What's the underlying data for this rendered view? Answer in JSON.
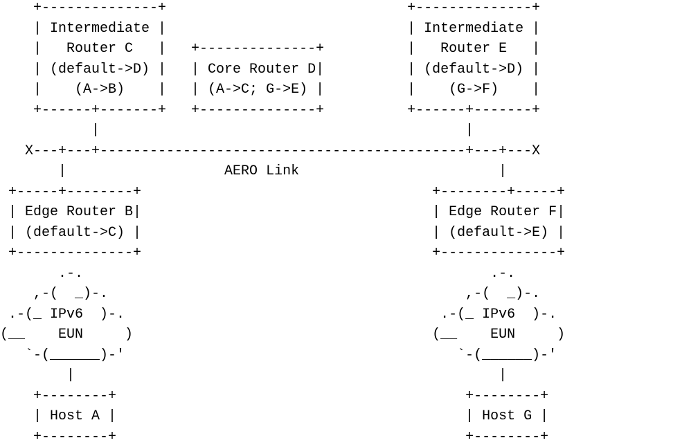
{
  "diagram": {
    "ascii_art_lines": [
      "    +--------------+                             +--------------+",
      "    | Intermediate |                             | Intermediate |",
      "    |   Router C   |   +--------------+          |   Router E   |",
      "    | (default->D) |   | Core Router D|          | (default->D) |",
      "    |    (A->B)    |   | (A->C; G->E) |          |    (G->F)    |",
      "    +------+-------+   +--------------+          +------+-------+",
      "           |                                            |",
      "   X---+---+--------------------------------------------+---+---X",
      "       |                   AERO Link                        |",
      " +-----+--------+                                   +--------+-----+",
      " | Edge Router B|                                   | Edge Router F|",
      " | (default->C) |                                   | (default->E) |",
      " +--------------+                                   +--------------+",
      "       .-.                                                 .-.",
      "    ,-(  _)-.                                           ,-(  _)-.",
      " .-(_ IPv6  )-.                                      .-(_ IPv6  )-.",
      "(__    EUN     )                                    (__    EUN     )",
      "   `-(______)-'                                        `-(______)-'",
      "        |                                                   |",
      "    +--------+                                          +--------+",
      "    | Host A |                                          | Host G |",
      "    +--------+                                          +--------+"
    ]
  }
}
